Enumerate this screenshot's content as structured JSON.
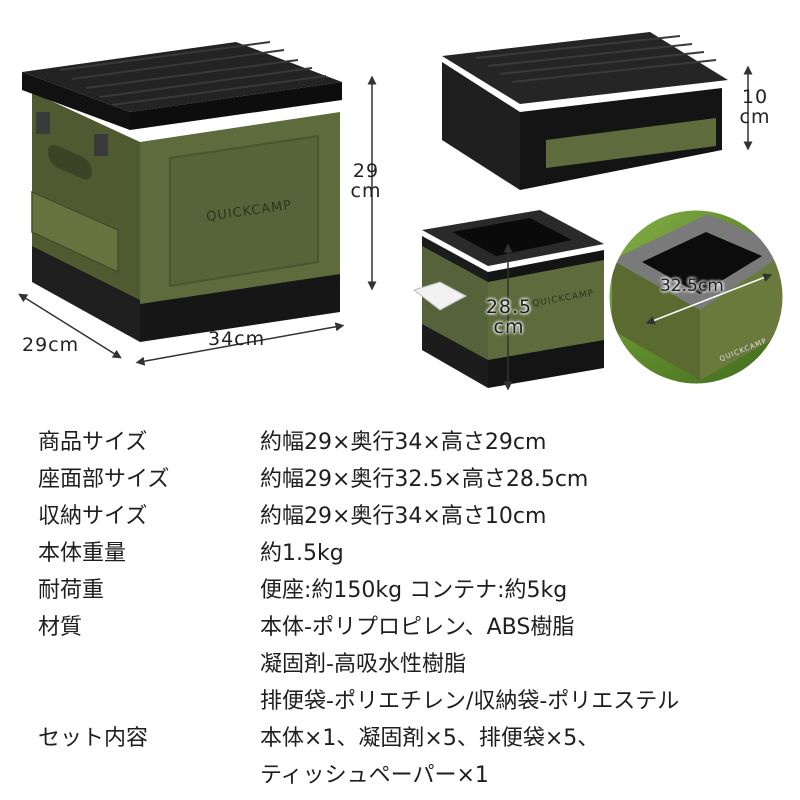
{
  "brand": "QUICKCAMP",
  "dimensions": {
    "full_height": "29 cm",
    "full_width": "29cm",
    "full_depth": "34cm",
    "stored_height": "10 cm",
    "seat_height": "28.5 cm",
    "seat_opening": "32.5cm"
  },
  "specs": [
    {
      "label": "商品サイズ",
      "value": "約幅29×奥行34×高さ29cm"
    },
    {
      "label": "座面部サイズ",
      "value": "約幅29×奥行32.5×高さ28.5cm"
    },
    {
      "label": "収納サイズ",
      "value": "約幅29×奥行34×高さ10cm"
    },
    {
      "label": "本体重量",
      "value": "約1.5kg"
    },
    {
      "label": "耐荷重",
      "value": "便座:約150kg コンテナ:約5kg"
    },
    {
      "label": "材質",
      "value": "本体-ポリプロピレン、ABS樹脂"
    },
    {
      "label": "",
      "value": "凝固剤-高吸水性樹脂"
    },
    {
      "label": "",
      "value": "排便袋-ポリエチレン/収納袋-ポリエステル"
    },
    {
      "label": "セット内容",
      "value": "本体×1、凝固剤×5、排便袋×5、"
    },
    {
      "label": "",
      "value": "ティッシュペーパー×1"
    }
  ],
  "colors": {
    "olive": "#5e6b3c",
    "olive_dark": "#4a552f",
    "lid_black": "#1b1b1b",
    "grass": "#6f9a35"
  }
}
